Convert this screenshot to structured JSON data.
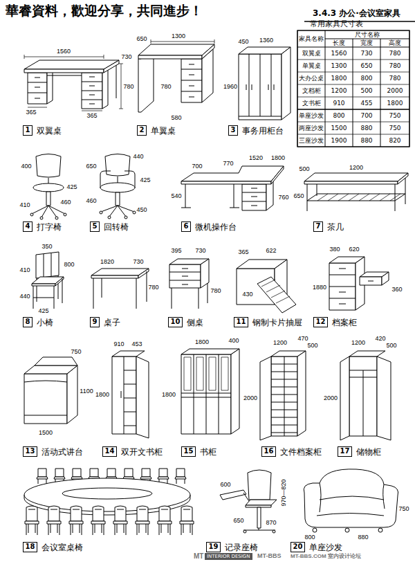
{
  "diagram": {
    "title": "3.4.3 办公·会议室家具",
    "nodes": [
      {
        "text": [
          "常用家具尺寸表"
        ]
      },
      {
        "text": [
          "1",
          "双翼桌"
        ]
      },
      {
        "text": [
          "2",
          "单翼桌"
        ]
      },
      {
        "text": [
          "3",
          "事务用柜台"
        ]
      },
      {
        "text": [
          "4",
          "打字椅"
        ]
      },
      {
        "text": [
          "5",
          "回转椅"
        ]
      },
      {
        "text": [
          "6",
          "微机操作台"
        ]
      },
      {
        "text": [
          "7",
          "茶几"
        ]
      },
      {
        "text": [
          "8",
          "小椅"
        ]
      },
      {
        "text": [
          "9",
          "桌子"
        ]
      },
      {
        "text": [
          "10",
          "侧桌"
        ]
      },
      {
        "text": [
          "11",
          "钢制卡片抽屉"
        ]
      },
      {
        "text": [
          "12",
          "档案柜"
        ]
      },
      {
        "text": [
          "13",
          "活动式讲台"
        ]
      },
      {
        "text": [
          "14",
          "双开文书柜"
        ]
      },
      {
        "text": [
          "15",
          "书柜"
        ]
      },
      {
        "text": [
          "16",
          "文件档案柜"
        ]
      },
      {
        "text": [
          "17",
          "储物柜"
        ]
      },
      {
        "text": [
          "18",
          "会议室桌椅"
        ]
      },
      {
        "text": [
          "19",
          "记录座椅"
        ]
      },
      {
        "text": [
          "20",
          "单座沙发"
        ]
      },
      {
        "text": [
          "INTERIOR DESIGN"
        ]
      }
    ],
    "labels": [
      "華睿資料，歡迎分享，共同進步！",
      "家具名称",
      "尺寸名称",
      "长度",
      "宽度",
      "高度",
      "双翼桌",
      "1560",
      "730",
      "780",
      "单翼桌",
      "1300",
      "650",
      "780",
      "大办公桌",
      "1800",
      "800",
      "780",
      "文档柜",
      "1200",
      "500",
      "2000",
      "文书柜",
      "910",
      "455",
      "1800",
      "单座沙发",
      "800",
      "700",
      "750",
      "两座沙发",
      "1500",
      "880",
      "750",
      "三座沙发",
      "1900",
      "880",
      "820",
      "1560",
      "730",
      "780",
      "365",
      "365",
      "650",
      "1300",
      "780",
      "580",
      "450",
      "1360",
      "1960",
      "400",
      "425",
      "410",
      "460",
      "650",
      "440",
      "425",
      "460",
      "450",
      "700",
      "770",
      "1520",
      "1800",
      "540",
      "760",
      "1200",
      "500",
      "650",
      "350",
      "410",
      "800",
      "440",
      "425",
      "1820",
      "730",
      "780",
      "395",
      "730",
      "780",
      "365",
      "622",
      "430",
      "380",
      "620",
      "1880",
      "360",
      "750",
      "1100",
      "1500",
      "910",
      "453",
      "1800",
      "1800",
      "400",
      "1800",
      "1200",
      "470",
      "500",
      "2000",
      "1200",
      "420",
      "500",
      "2000",
      "600",
      "970—820",
      "650",
      "870",
      "750",
      "800",
      "880",
      "MT",
      "MT-BBS",
      "MT-BBS.COM 室内设计论坛"
    ]
  }
}
